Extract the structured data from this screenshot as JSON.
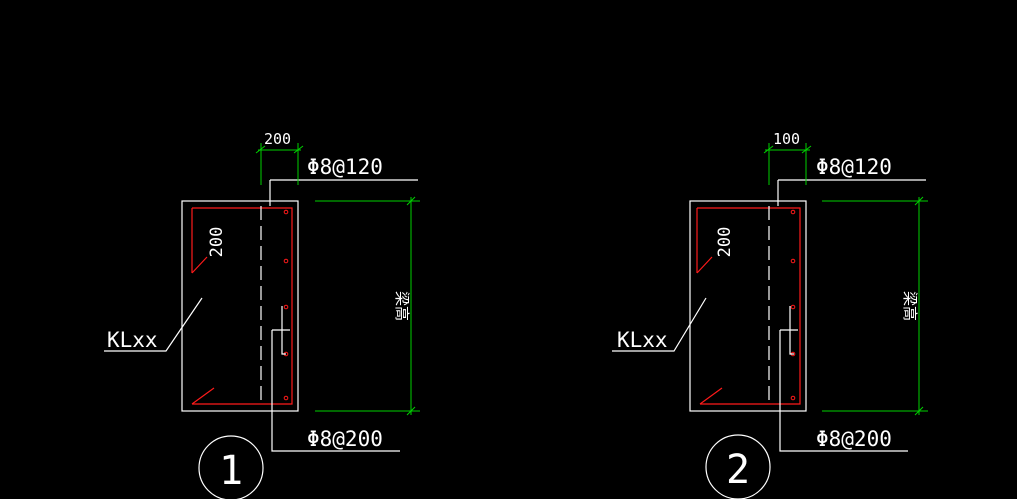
{
  "colors": {
    "background": "#000000",
    "outline": "#ffffff",
    "rebar": "#ff1a1a",
    "dimension": "#00d000"
  },
  "details": [
    {
      "id": "1",
      "top_dim": "200",
      "top_bar": "Φ8@120",
      "bottom_bar": "Φ8@200",
      "hook_label": "200",
      "beam_label": "KLxx",
      "height_label": "梁高",
      "number": "1"
    },
    {
      "id": "2",
      "top_dim": "100",
      "top_bar": "Φ8@120",
      "bottom_bar": "Φ8@200",
      "hook_label": "200",
      "beam_label": "KLxx",
      "height_label": "梁高",
      "number": "2"
    }
  ]
}
